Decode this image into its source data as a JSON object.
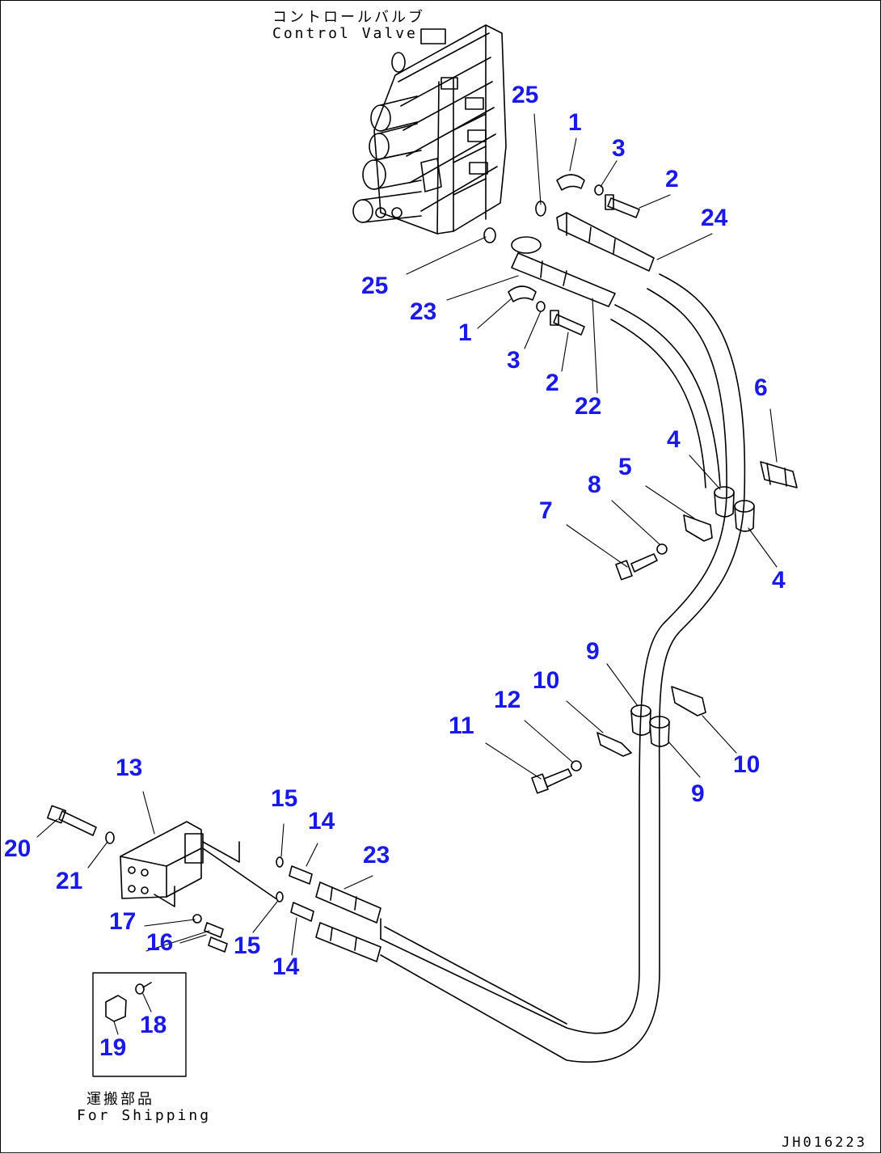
{
  "captions": {
    "control_valve_jp": "コントロールバルブ",
    "control_valve_en": "Control Valve",
    "shipping_jp": "運搬部品",
    "shipping_en": "For Shipping",
    "drawing_code": "JH016223"
  },
  "label_color": "#1a1ae6",
  "line_color": "#000000",
  "callouts": [
    {
      "id": "c25a",
      "text": "25"
    },
    {
      "id": "c1a",
      "text": "1"
    },
    {
      "id": "c3a",
      "text": "3"
    },
    {
      "id": "c2a",
      "text": "2"
    },
    {
      "id": "c24",
      "text": "24"
    },
    {
      "id": "c25b",
      "text": "25"
    },
    {
      "id": "c23a",
      "text": "23"
    },
    {
      "id": "c1b",
      "text": "1"
    },
    {
      "id": "c3b",
      "text": "3"
    },
    {
      "id": "c2b",
      "text": "2"
    },
    {
      "id": "c22",
      "text": "22"
    },
    {
      "id": "c6",
      "text": "6"
    },
    {
      "id": "c4a",
      "text": "4"
    },
    {
      "id": "c5",
      "text": "5"
    },
    {
      "id": "c8",
      "text": "8"
    },
    {
      "id": "c7",
      "text": "7"
    },
    {
      "id": "c4b",
      "text": "4"
    },
    {
      "id": "c9a",
      "text": "9"
    },
    {
      "id": "c10a",
      "text": "10"
    },
    {
      "id": "c12",
      "text": "12"
    },
    {
      "id": "c11",
      "text": "11"
    },
    {
      "id": "c10b",
      "text": "10"
    },
    {
      "id": "c9b",
      "text": "9"
    },
    {
      "id": "c13",
      "text": "13"
    },
    {
      "id": "c15a",
      "text": "15"
    },
    {
      "id": "c14a",
      "text": "14"
    },
    {
      "id": "c23b",
      "text": "23"
    },
    {
      "id": "c20",
      "text": "20"
    },
    {
      "id": "c21",
      "text": "21"
    },
    {
      "id": "c17",
      "text": "17"
    },
    {
      "id": "c16",
      "text": "16"
    },
    {
      "id": "c15b",
      "text": "15"
    },
    {
      "id": "c14b",
      "text": "14"
    },
    {
      "id": "c18",
      "text": "18"
    },
    {
      "id": "c19",
      "text": "19"
    }
  ]
}
